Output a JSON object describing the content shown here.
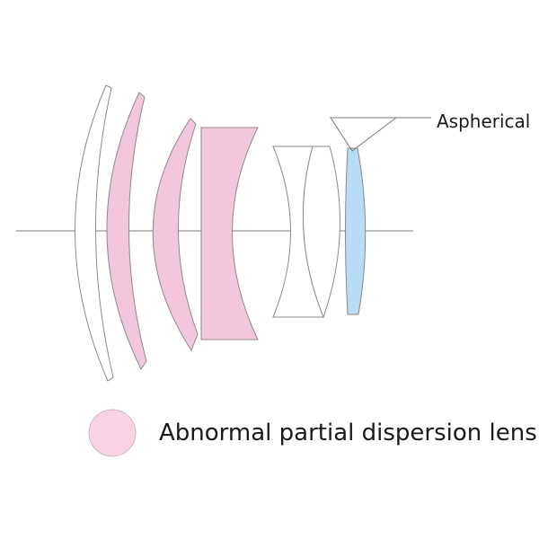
{
  "colors": {
    "abnormal_dispersion": "#f3c6dc",
    "aspherical": "#b7dcf3",
    "outline": "#8a8a8a",
    "plain": "#ffffff",
    "axis": "#7a7a7a"
  },
  "annotation": {
    "aspherical": "Aspherical"
  },
  "legend": {
    "abnormal_dispersion_label": "Abnormal partial dispersion lens"
  },
  "lens_elements": [
    {
      "id": 1,
      "type": "plain"
    },
    {
      "id": 2,
      "type": "abnormal_dispersion"
    },
    {
      "id": 3,
      "type": "abnormal_dispersion"
    },
    {
      "id": 4,
      "type": "abnormal_dispersion"
    },
    {
      "id": 5,
      "type": "plain"
    },
    {
      "id": 6,
      "type": "plain"
    },
    {
      "id": 7,
      "type": "aspherical"
    }
  ]
}
